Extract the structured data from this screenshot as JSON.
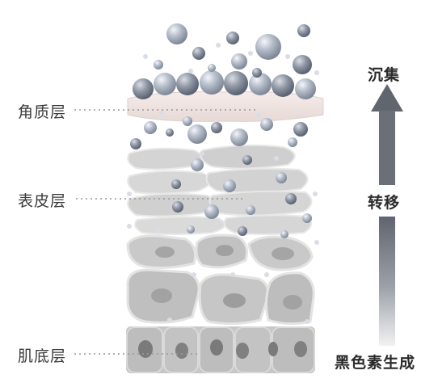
{
  "layers": {
    "stratum_corneum": "角质层",
    "epidermis": "表皮层",
    "basal": "肌底层"
  },
  "process": {
    "top": "沉集",
    "middle": "转移",
    "bottom": "黑色素生成"
  },
  "colors": {
    "label_text": "#3a3a3a",
    "arrow_dark": "#6b6f78",
    "arrow_light": "#ebebeb",
    "granule": "#a7b0c0",
    "cell_light": "#cfcfcf",
    "cell_mid": "#b5b5b5",
    "nucleus": "#7d7d7d",
    "corneum_band": "#efe3df"
  }
}
